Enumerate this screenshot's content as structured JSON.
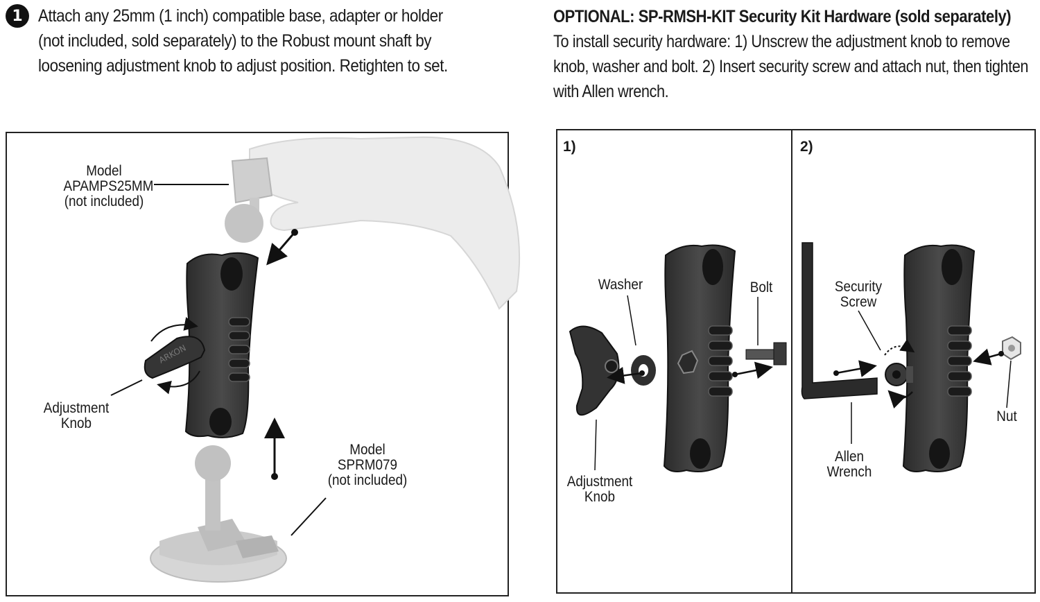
{
  "step": {
    "number": "1",
    "text": "Attach any 25mm (1 inch) compatible base, adapter or holder (not included, sold separately) to the Robust mount shaft by loosening adjustment knob to adjust position. Retighten to set."
  },
  "optional": {
    "title": "OPTIONAL: SP-RMSH-KIT Security Kit Hardware (sold separately)",
    "text": "To install security hardware: 1) Unscrew the adjustment knob to remove knob, washer and bolt. 2) Insert security screw and attach nut, then tighten with Allen wrench."
  },
  "left_diagram": {
    "callouts": {
      "model_top": [
        "Model",
        "APAMPS25MM",
        "(not included)"
      ],
      "adjustment_knob": [
        "Adjustment",
        "Knob"
      ],
      "model_bottom": [
        "Model",
        "SPRM079",
        "(not included)"
      ]
    },
    "knob_brand": "ARKON"
  },
  "panel1": {
    "label": "1)",
    "callouts": {
      "washer": "Washer",
      "bolt": "Bolt",
      "adjustment_knob": [
        "Adjustment",
        "Knob"
      ]
    }
  },
  "panel2": {
    "label": "2)",
    "callouts": {
      "security_screw": [
        "Security",
        "Screw"
      ],
      "allen_wrench": [
        "Allen",
        "Wrench"
      ],
      "nut": "Nut"
    }
  },
  "colors": {
    "ink": "#1a1a1a",
    "mount_body": "#3a3a3a",
    "faded_parts": "#c9c9c9",
    "hand": "#ececec"
  }
}
